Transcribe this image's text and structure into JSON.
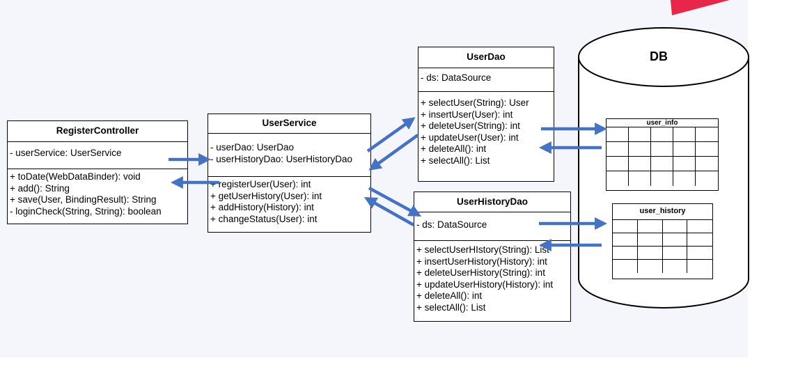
{
  "classes": {
    "register_controller": {
      "name": "RegisterController",
      "fields": [
        "- userService: UserService"
      ],
      "methods": [
        "+ toDate(WebDataBinder): void",
        "+ add(): String",
        "+ save(User, BindingResult): String",
        "- loginCheck(String, String): boolean"
      ]
    },
    "user_service": {
      "name": "UserService",
      "fields": [
        "- userDao: UserDao",
        "- userHistoryDao: UserHistoryDao"
      ],
      "methods": [
        "+ registerUser(User): int",
        "+ getUserHistory(User): int",
        "+ addHistory(History): int",
        "+ changeStatus(User): int"
      ]
    },
    "user_dao": {
      "name": "UserDao",
      "fields": [
        "- ds: DataSource"
      ],
      "methods": [
        "+ selectUser(String): User",
        "+ insertUser(User): int",
        "+ deleteUser(String): int",
        "+ updateUser(User): int",
        "+ deleteAll(): int",
        "+ selectAll(): List"
      ]
    },
    "user_history_dao": {
      "name": "UserHistoryDao",
      "fields": [
        "- ds: DataSource"
      ],
      "methods": [
        "+ selectUserHIstory(String): List",
        "+ insertUserHistory(History): int",
        "+ deleteUserHistory(String): int",
        "+ updateUserHistory(History): int",
        "+ deleteAll(): int",
        "+ selectAll(): List"
      ]
    }
  },
  "database": {
    "label": "DB",
    "tables": [
      {
        "name": "user_info",
        "rows": 4,
        "cols": 5
      },
      {
        "name": "user_history",
        "rows": 4,
        "cols": 4
      }
    ]
  },
  "colors": {
    "arrow": "#4472c4",
    "accent": "#e8264a"
  }
}
